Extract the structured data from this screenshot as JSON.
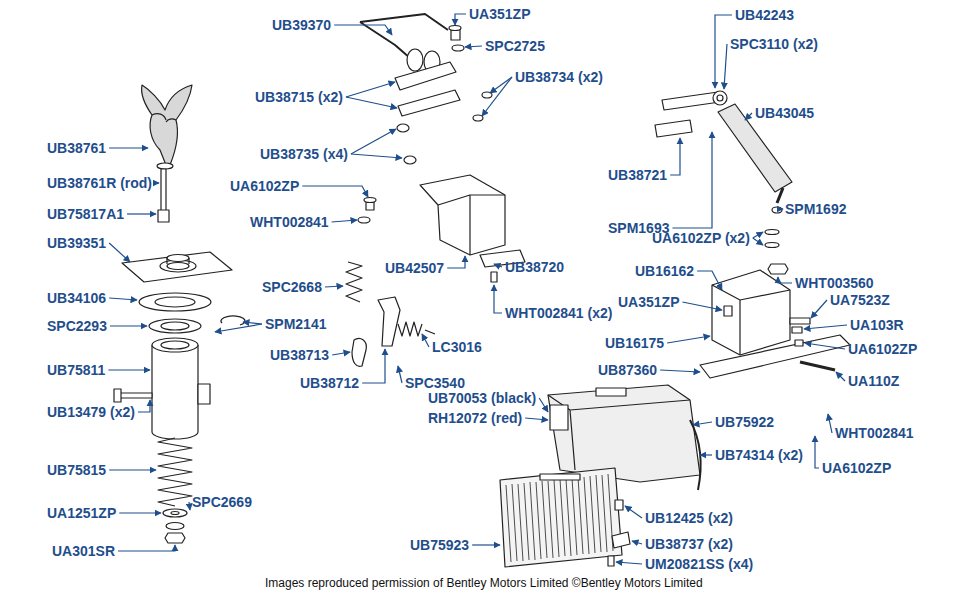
{
  "diagram": {
    "caption": "Images reproduced permission of Bentley Motors Limited ©Bentley Motors Limited",
    "labels": [
      "UB39370",
      "UA351ZP",
      "SPC2725",
      "UB38734 (x2)",
      "UB38715 (x2)",
      "UB38735 (x4)",
      "UA6102ZP",
      "WHT002841",
      "UB42507",
      "UB38720",
      "WHT002841 (x2)",
      "UB42243",
      "SPC3110 (x2)",
      "UB43045",
      "UB38721",
      "SPM1693",
      "SPM1692",
      "UA6102ZP (x2)",
      "WHT003560",
      "UB38761",
      "UB38761R (rod)",
      "UB75817A1",
      "UB39351",
      "SPC2668",
      "SPM2141",
      "UB34106",
      "SPC2293",
      "UB38713",
      "LC3016",
      "UB38712",
      "SPC3540",
      "UB75811",
      "UB13479 (x2)",
      "UB75815",
      "UA1251ZP",
      "SPC2669",
      "UA301SR",
      "UB16162",
      "UA351ZP",
      "UA7523Z",
      "UA103R",
      "UB16175",
      "UA6102ZP",
      "UA110Z",
      "UB87360",
      "UB70053 (black)",
      "RH12072 (red)",
      "UB75922",
      "WHT002841",
      "UB74314 (x2)",
      "UA6102ZP",
      "UB12425 (x2)",
      "UB75923",
      "UB38737 (x2)",
      "UM20821SS (x4)"
    ]
  }
}
